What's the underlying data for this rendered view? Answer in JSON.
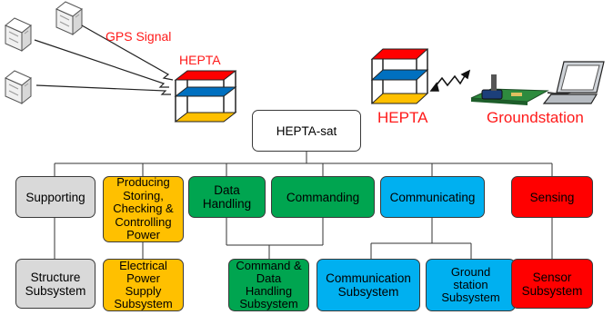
{
  "labels": {
    "gps_signal": "GPS Signal",
    "hepta_left": "HEPTA",
    "hepta_right": "HEPTA",
    "groundstation": "Groundstation"
  },
  "root": {
    "label": "HEPTA-sat"
  },
  "subsystems": [
    {
      "key": "supporting",
      "label": "Supporting",
      "color": "#d9d9d9"
    },
    {
      "key": "power",
      "label": "Producing\nStoring,\nChecking &\nControlling\nPower",
      "color": "#ffc000"
    },
    {
      "key": "data",
      "label": "Data\nHandling",
      "color": "#00a550"
    },
    {
      "key": "commanding",
      "label": "Commanding",
      "color": "#00a550"
    },
    {
      "key": "communicating",
      "label": "Communicating",
      "color": "#00b0f0"
    },
    {
      "key": "sensing",
      "label": "Sensing",
      "color": "#ff0000"
    }
  ],
  "components": [
    {
      "key": "structure",
      "label": "Structure\nSubsystem",
      "color": "#d9d9d9"
    },
    {
      "key": "eps",
      "label": "Electrical\nPower\nSupply\nSubsystem",
      "color": "#ffc000"
    },
    {
      "key": "cdh",
      "label": "Command &\nData\nHandling\nSubsystem",
      "color": "#00a550"
    },
    {
      "key": "comm",
      "label": "Communication\nSubsystem",
      "color": "#00b0f0"
    },
    {
      "key": "ground",
      "label": "Ground\nstation\nSubsystem",
      "color": "#00b0f0"
    },
    {
      "key": "sensor",
      "label": "Sensor\nSubsystem",
      "color": "#ff0000"
    }
  ],
  "colors": {
    "accent_text": "#ff1a1a",
    "layer_top": "#ff0000",
    "layer_mid": "#0070c0",
    "layer_bottom": "#ffc000"
  }
}
